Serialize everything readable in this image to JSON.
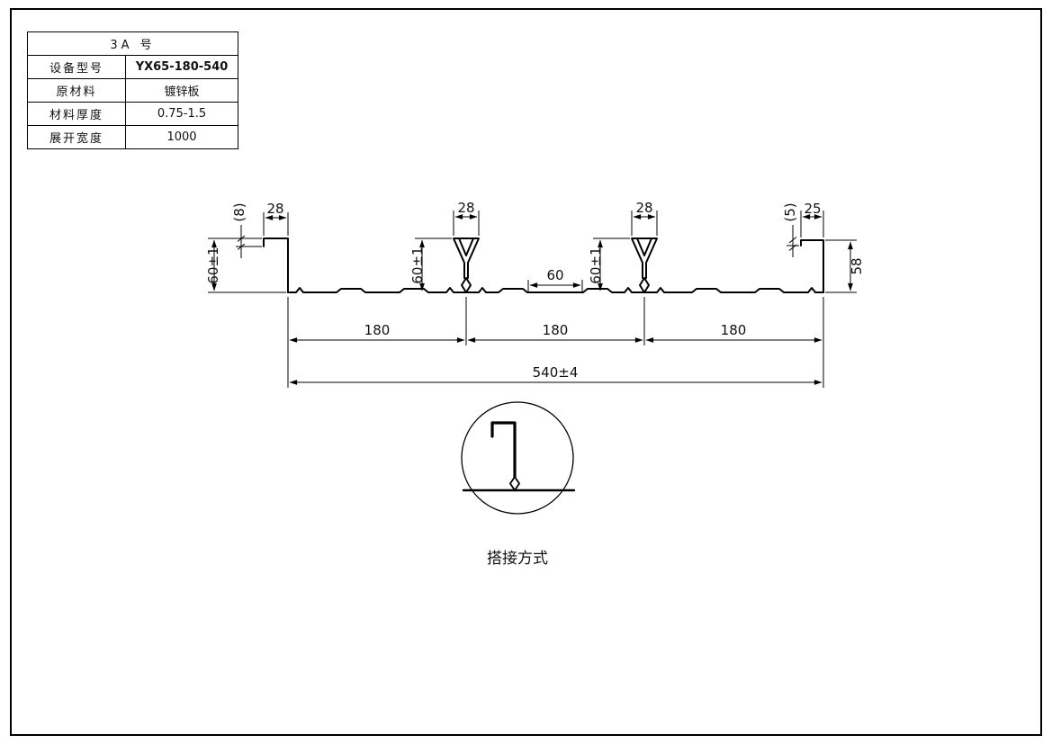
{
  "title_block": {
    "header": "3A  号",
    "rows": [
      {
        "label": "设备型号",
        "value": "YX65-180-540"
      },
      {
        "label": "原材料",
        "value": "镀锌板"
      },
      {
        "label": "材料厚度",
        "value": "0.75-1.5"
      },
      {
        "label": "展开宽度",
        "value": "1000"
      }
    ]
  },
  "dimensions": {
    "left_lip": "(8)",
    "left_hook_width": "28",
    "left_height": "60±1",
    "rib1_top_width": "28",
    "rib1_height": "60±1",
    "mid_flat": "60",
    "rib2_top_width": "28",
    "rib2_height": "60±1",
    "right_lip": "(5)",
    "right_hook_width": "25",
    "right_height": "58",
    "spans": [
      "180",
      "180",
      "180"
    ],
    "overall": "540±4"
  },
  "detail": {
    "caption": "搭接方式"
  }
}
